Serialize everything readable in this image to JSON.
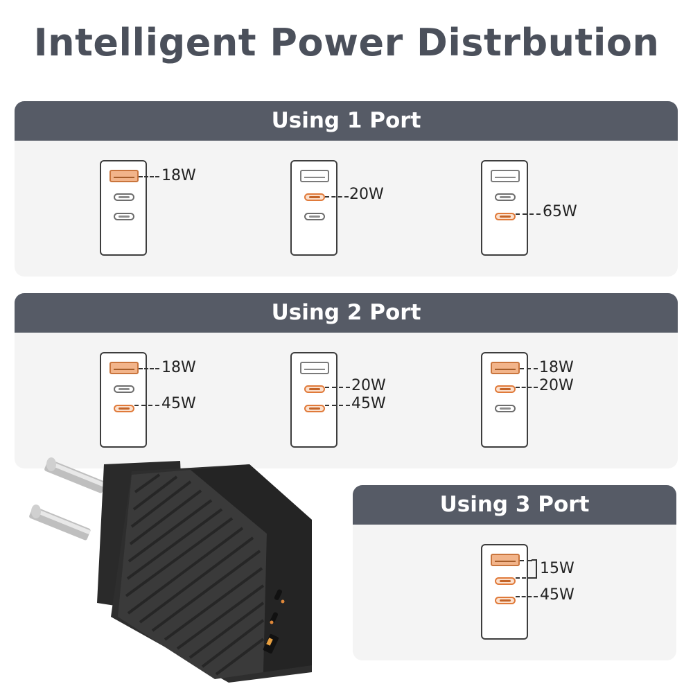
{
  "title": "Intelligent Power Distrbution",
  "panels": {
    "one_port": {
      "header": "Using 1 Port",
      "configs": [
        {
          "labels": [
            "18W"
          ]
        },
        {
          "labels": [
            "20W"
          ]
        },
        {
          "labels": [
            "65W"
          ]
        }
      ]
    },
    "two_port": {
      "header": "Using 2 Port",
      "configs": [
        {
          "labels": [
            "18W",
            "45W"
          ]
        },
        {
          "labels": [
            "20W",
            "45W"
          ]
        },
        {
          "labels": [
            "18W",
            "20W"
          ]
        }
      ]
    },
    "three_port": {
      "header": "Using 3 Port",
      "configs": [
        {
          "labels": [
            "15W",
            "45W"
          ]
        }
      ]
    }
  },
  "colors": {
    "header_bg": "#565b66",
    "panel_bg": "#f4f4f4",
    "active_port": "#e07a3a",
    "title": "#4b505b"
  },
  "icons": [
    "usb-a-port-icon",
    "usb-c-port-icon",
    "charger-image"
  ]
}
